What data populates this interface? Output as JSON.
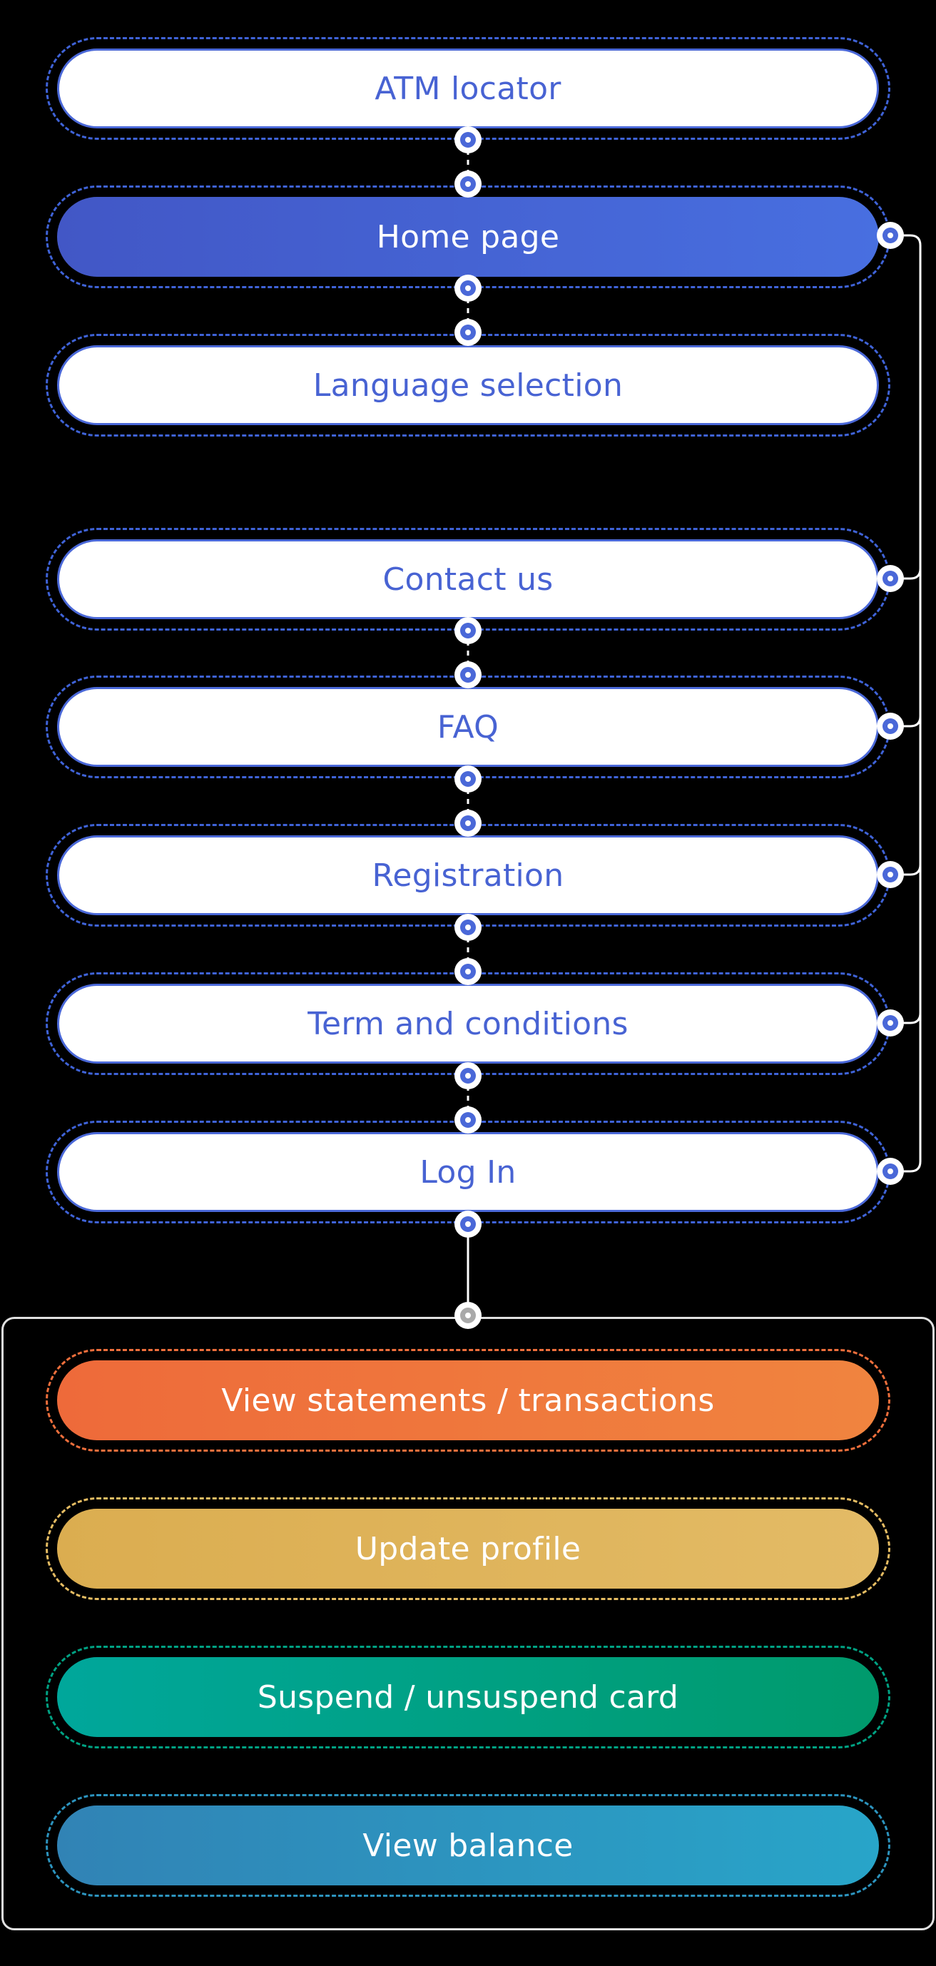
{
  "main_flow": {
    "atm_locator": "ATM locator",
    "home_page": "Home page",
    "language_selection": "Language selection",
    "contact_us": "Contact us",
    "faq": "FAQ",
    "registration": "Registration",
    "terms": "Term and conditions",
    "log_in": "Log In"
  },
  "logged_in_actions": {
    "view_statements": "View statements / transactions",
    "update_profile": "Update profile",
    "suspend_card": "Suspend / unsuspend card",
    "view_balance": "View balance"
  },
  "colors": {
    "accent_blue": "#4a68d8",
    "orange": "#ef6f3c",
    "yellow": "#dfb45b",
    "green": "#00a283",
    "teal": "#2c94bf"
  }
}
